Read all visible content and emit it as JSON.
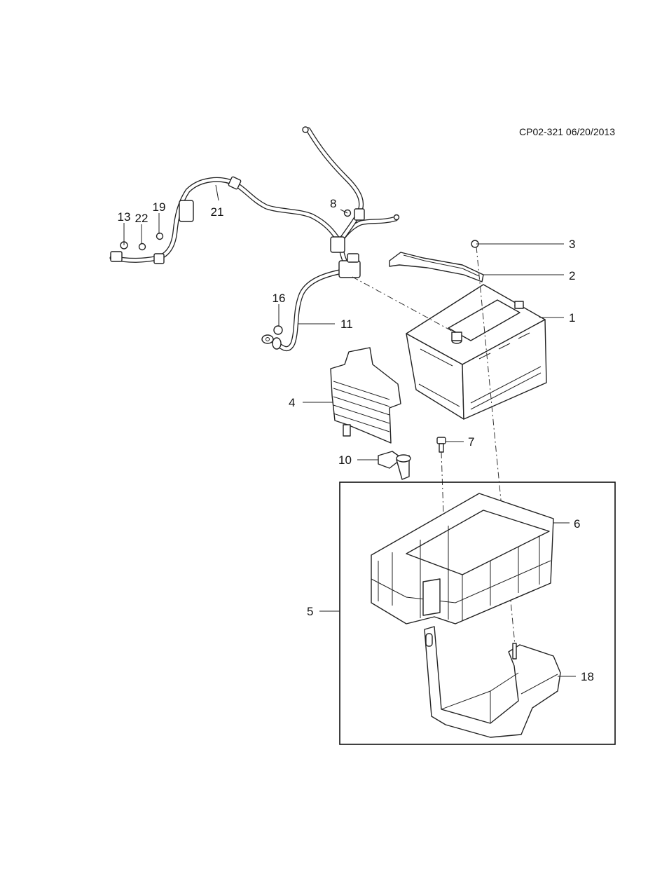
{
  "diagram": {
    "code": "CP02-321 06/20/2013",
    "callouts": {
      "c1": "1",
      "c2": "2",
      "c3": "3",
      "c4": "4",
      "c5": "5",
      "c6": "6",
      "c7": "7",
      "c8": "8",
      "c10": "10",
      "c11": "11",
      "c13": "13",
      "c16": "16",
      "c18": "18",
      "c19": "19",
      "c21": "21",
      "c22": "22"
    }
  }
}
